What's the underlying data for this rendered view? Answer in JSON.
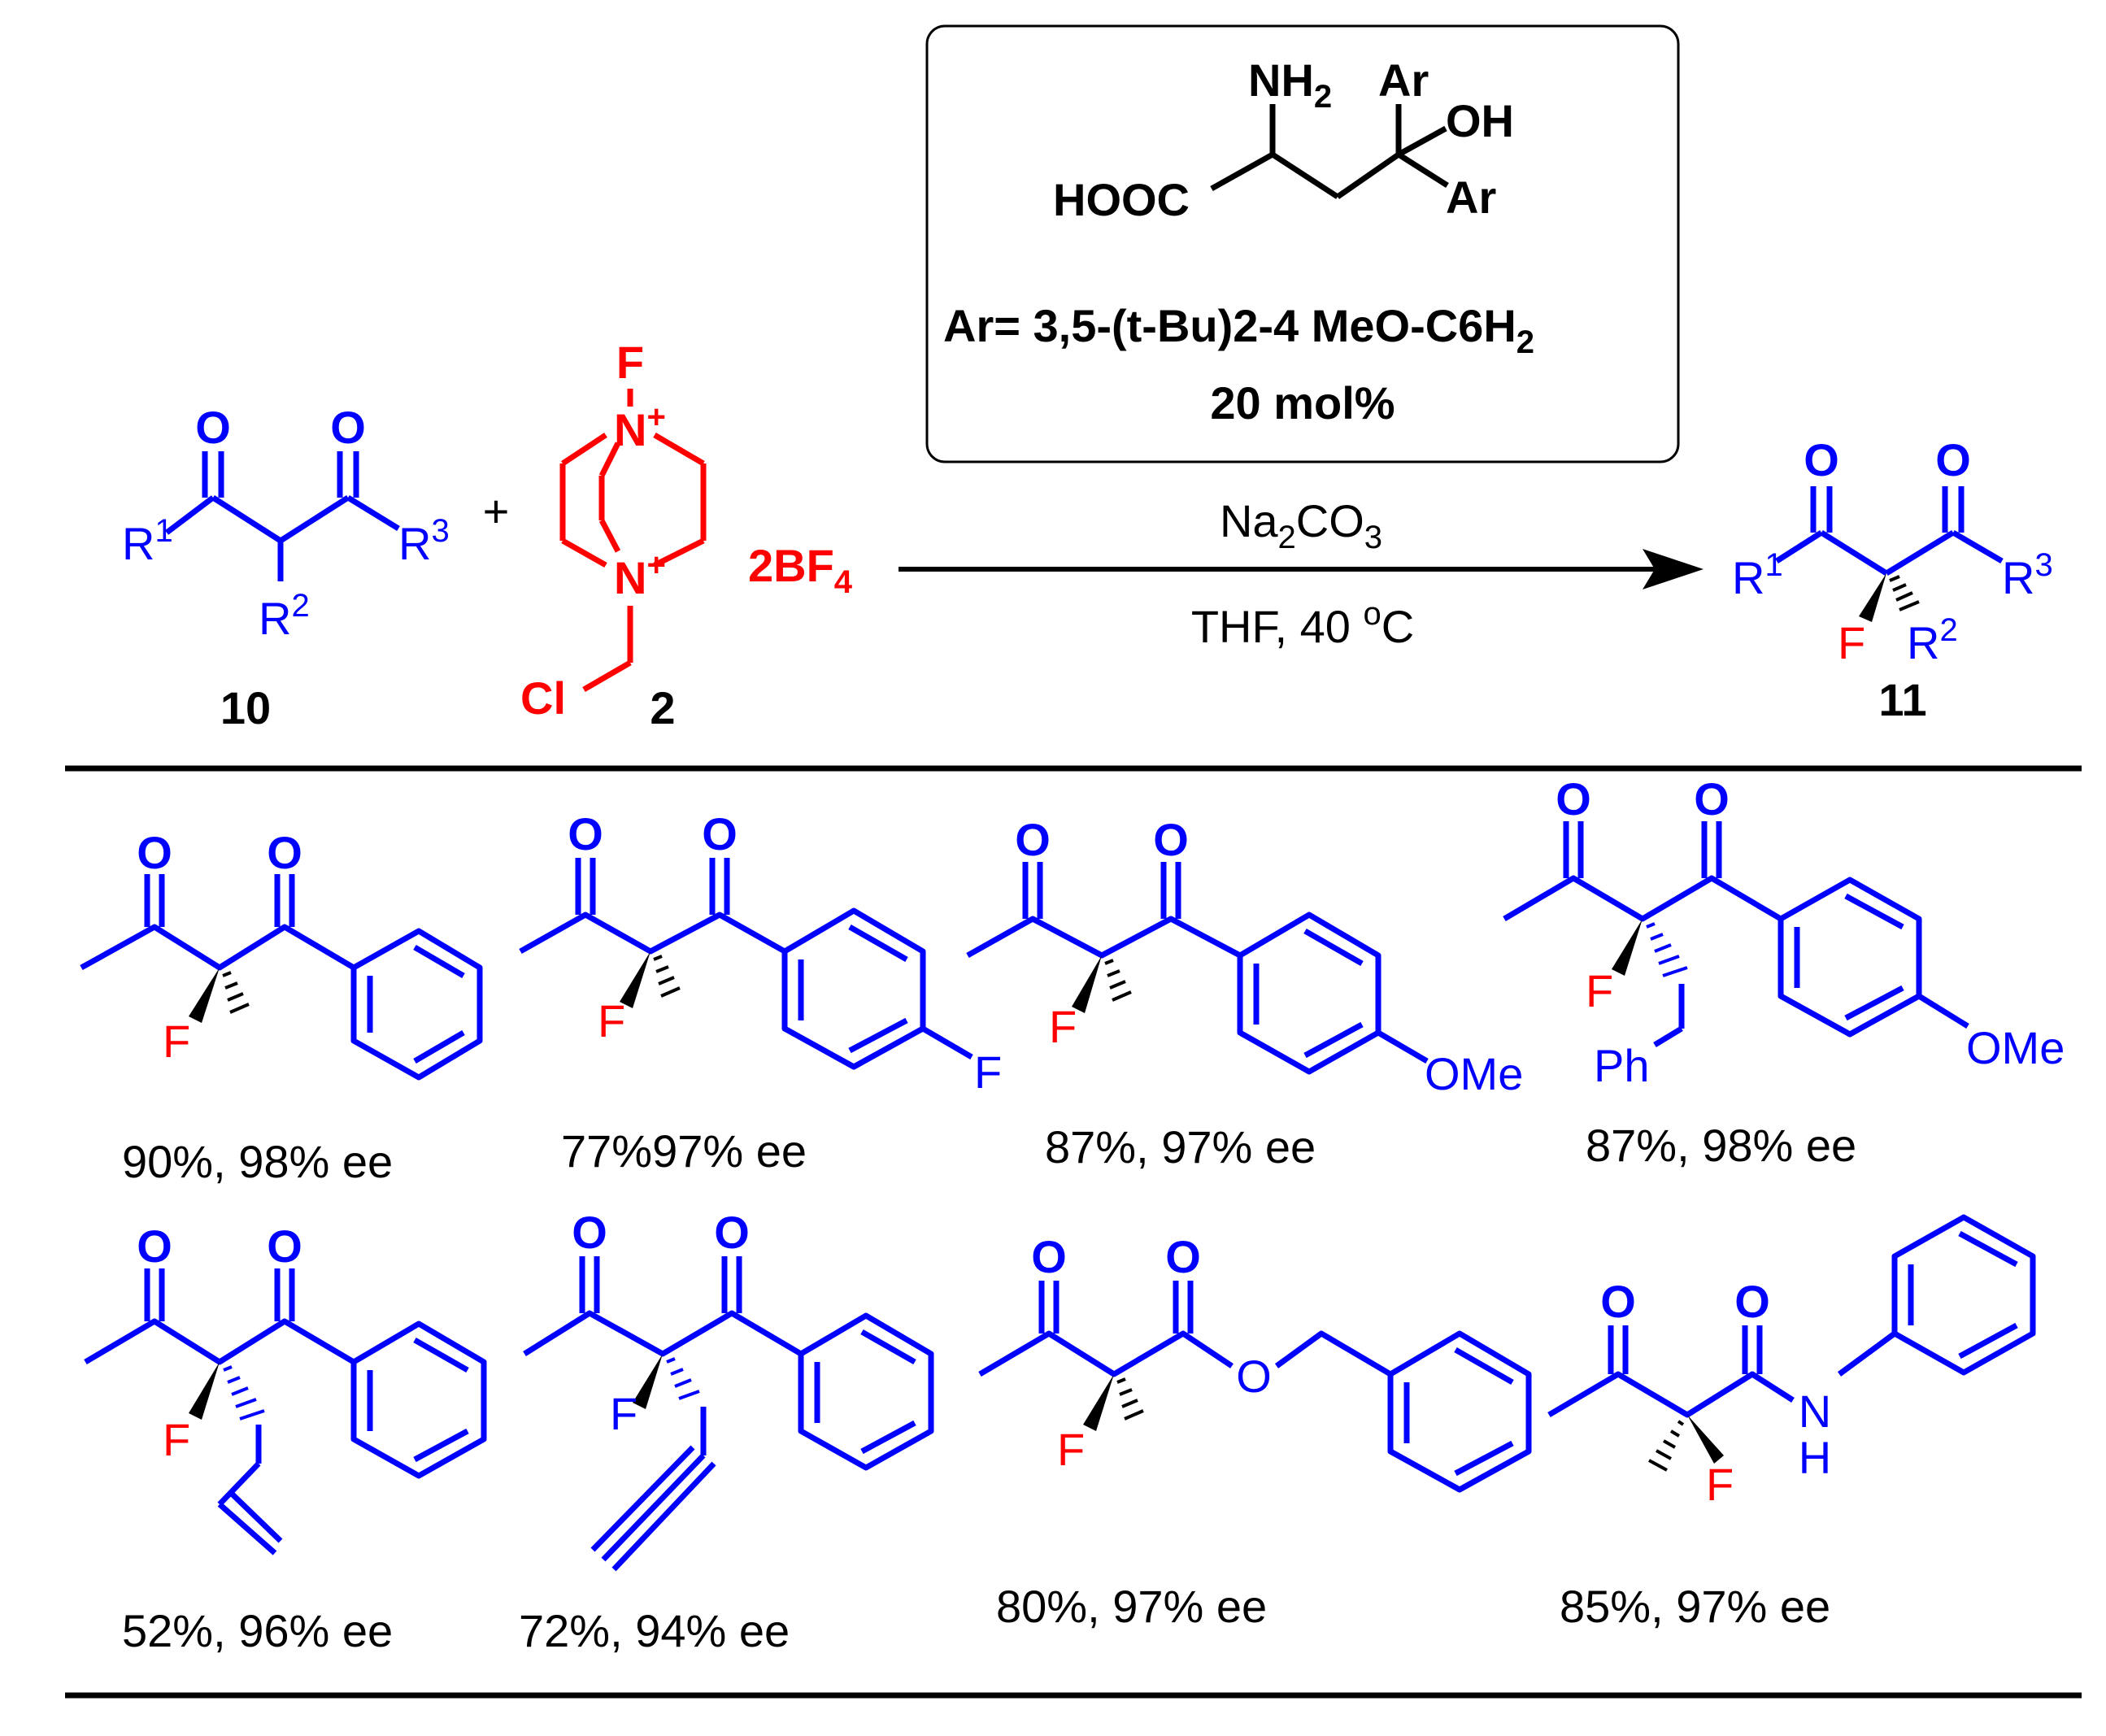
{
  "colors": {
    "substrate": "#0000FF",
    "reagent": "#FF0000",
    "fluorine": "#FF0000",
    "text": "#000000",
    "background": "#FFFFFF"
  },
  "scheme": {
    "catalyst": {
      "amine": "NH",
      "amine_sub": "2",
      "acid": "HOOC",
      "ar_top": "Ar",
      "hydroxyl": "OH",
      "ar_bottom": "Ar",
      "ar_definition": "Ar= 3,5-(t-Bu)2-4 MeO-C6H",
      "ar_definition_sub": "2",
      "loading": "20 mol%"
    },
    "substrate": {
      "o_left": "O",
      "o_right": "O",
      "r1": "R",
      "r1_sup": "1",
      "r2": "R",
      "r2_sup": "2",
      "r3": "R",
      "r3_sup": "3",
      "compound_number": "10"
    },
    "plus": "+",
    "selectfluor": {
      "f": "F",
      "n_top": "N",
      "n_top_charge": "+",
      "n_bottom": "N",
      "n_bottom_charge": "+",
      "cl": "Cl",
      "counterion": "2BF",
      "counterion_sub": "4",
      "compound_number": "2"
    },
    "conditions": {
      "base": "Na",
      "base_sub1": "2",
      "base_mid": "CO",
      "base_sub2": "3",
      "solvent_temp": "THF,  40 ",
      "temp_sup": "o",
      "temp_unit": "C"
    },
    "product": {
      "o_left": "O",
      "o_right": "O",
      "r1": "R",
      "r1_sup": "1",
      "r2": "R",
      "r2_sup": "2",
      "r3": "R",
      "r3_sup": "3",
      "f": "F",
      "compound_number": "11"
    }
  },
  "examples": [
    {
      "result": "90%, 98% ee"
    },
    {
      "result": "77%97% ee"
    },
    {
      "result": "87%, 97% ee"
    },
    {
      "result": "87%, 98% ee"
    },
    {
      "result": "52%, 96% ee"
    },
    {
      "result": "72%, 94% ee"
    },
    {
      "result": "80%, 97% ee"
    },
    {
      "result": "85%, 97% ee"
    }
  ],
  "atom_labels": {
    "O": "O",
    "F": "F",
    "OMe": "OMe",
    "Ph": "Ph",
    "N": "N",
    "H": "H"
  }
}
